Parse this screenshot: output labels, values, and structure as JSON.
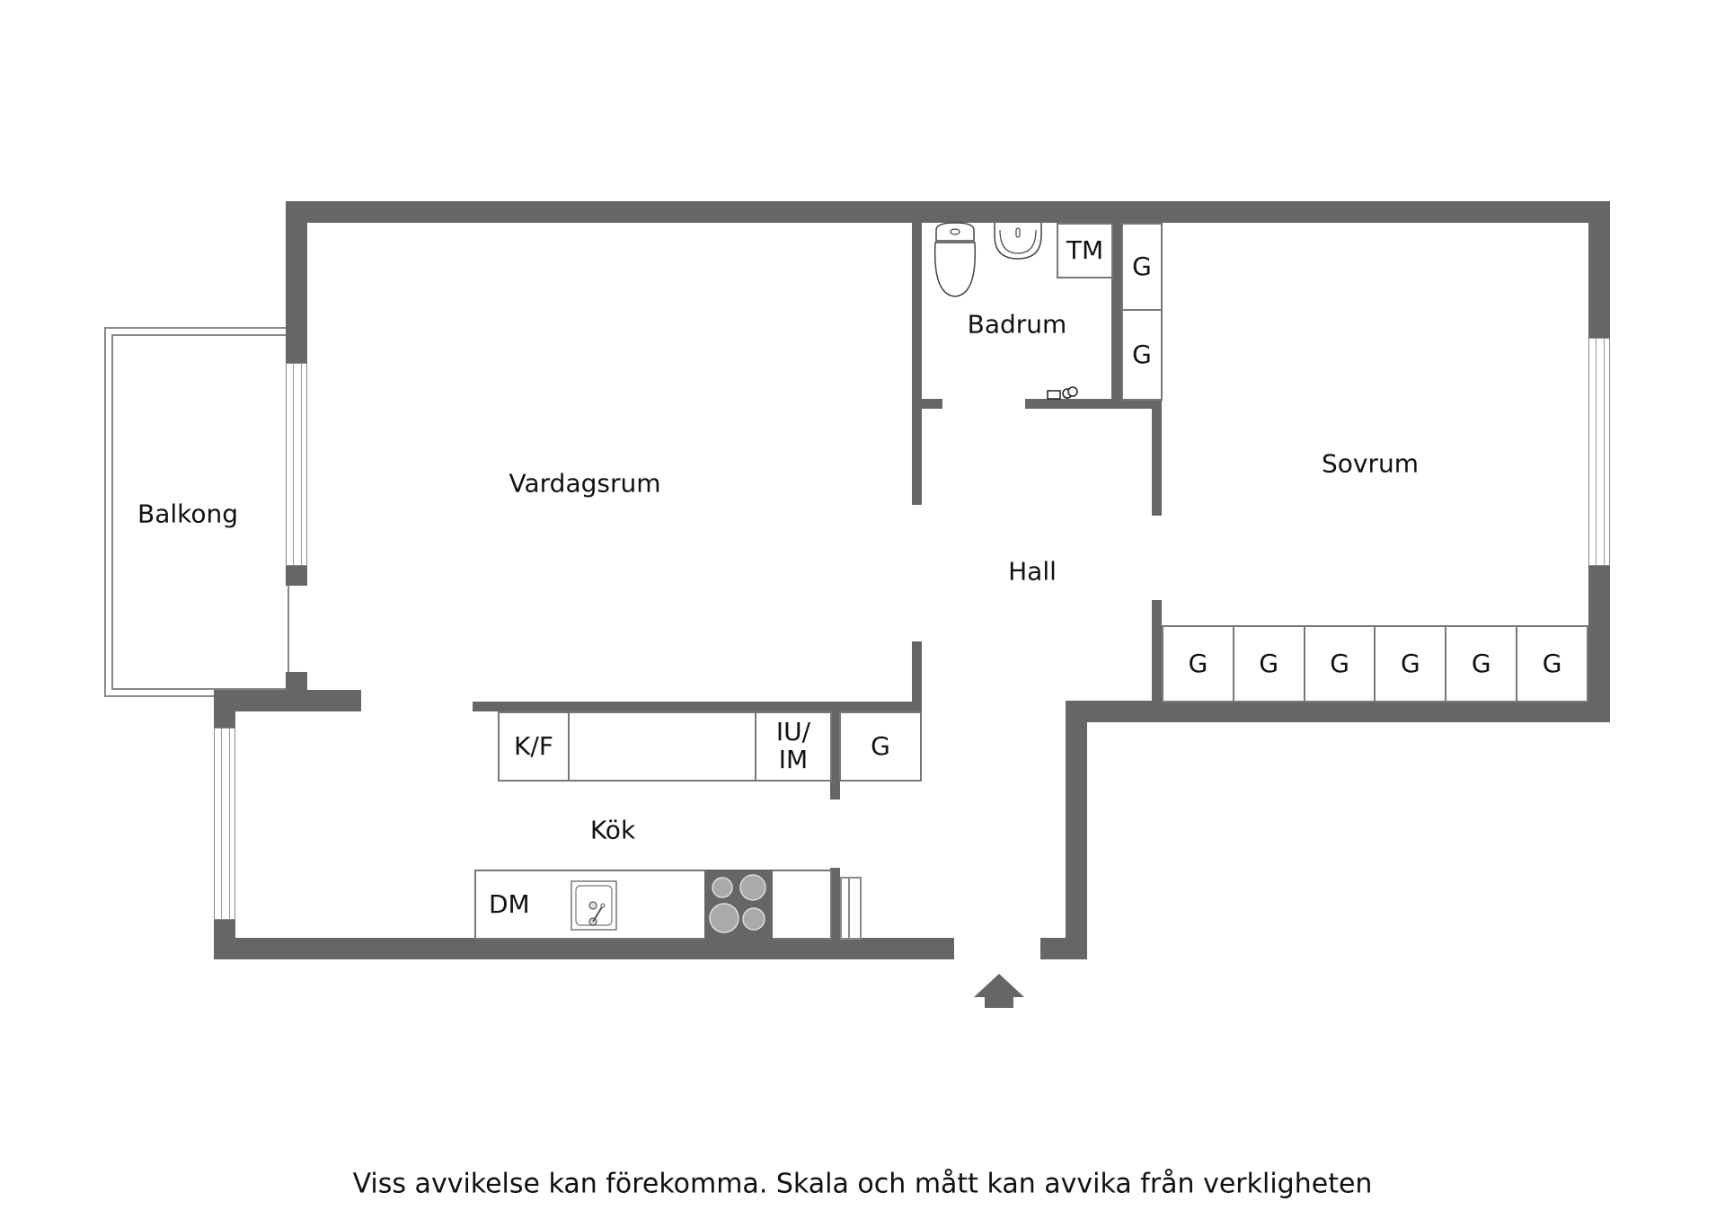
{
  "plan": {
    "rooms": {
      "living": "Vardagsrum",
      "balcony": "Balkong",
      "bathroom": "Badrum",
      "hall": "Hall",
      "bedroom": "Sovrum",
      "kitchen": "Kök"
    },
    "fixtures": {
      "washing_machine": "TM",
      "fridge_freezer": "K/F",
      "oven_microwave": "IU/\nIM",
      "dishwasher": "DM",
      "wardrobe": "G"
    },
    "bathroom_wardrobes": [
      "G",
      "G"
    ],
    "bedroom_wardrobes": [
      "G",
      "G",
      "G",
      "G",
      "G",
      "G"
    ],
    "kitchen_wardrobe": "G",
    "entrance_icon": "entrance-arrow-icon",
    "colors": {
      "wall": "#666666",
      "line": "#777777",
      "text": "#111111",
      "background": "#ffffff"
    }
  },
  "footer": {
    "disclaimer": "Viss avvikelse kan förekomma. Skala och mått kan avvika från verkligheten"
  }
}
